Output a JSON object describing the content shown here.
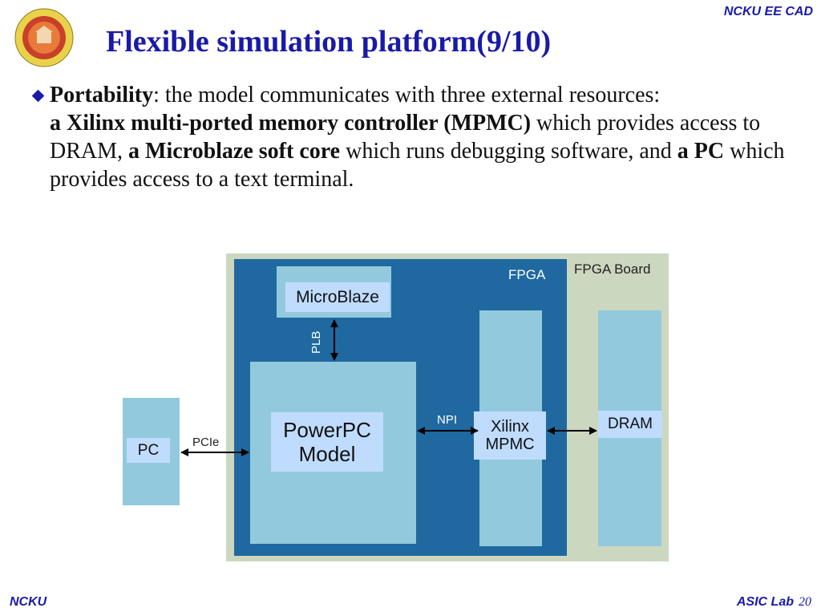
{
  "header": {
    "org": "NCKU EE CAD",
    "title": "Flexible simulation platform(9/10)"
  },
  "bullet": {
    "term": "Portability",
    "t1": ": the model communicates with three external resources:",
    "b1": "a Xilinx multi-ported memory controller (MPMC)",
    "t2": " which provides access to DRAM, ",
    "b2": "a Microblaze soft core",
    "t3": " which runs debugging software, and ",
    "b3": "a PC",
    "t4": " which provides access to a text terminal."
  },
  "diagram": {
    "fpga_board_label": "FPGA Board",
    "fpga_label": "FPGA",
    "microblaze": "MicroBlaze",
    "plb": "PLB",
    "powerpc_line1": "PowerPC",
    "powerpc_line2": "Model",
    "npi": "NPI",
    "mpmc_line1": "Xilinx",
    "mpmc_line2": "MPMC",
    "dram": "DRAM",
    "pc": "PC",
    "pcie": "PCIe"
  },
  "footer": {
    "left": "NCKU",
    "lab": "ASIC Lab",
    "page": "20"
  },
  "colors": {
    "title_blue": "#1a1aa8",
    "fpga_blue": "#1f69a0",
    "board_green": "#ccd7bf"
  }
}
